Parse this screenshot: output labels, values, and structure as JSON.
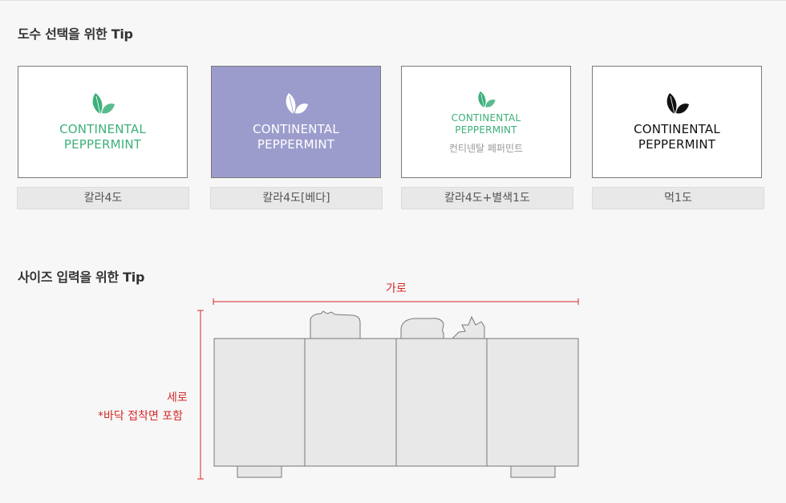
{
  "section1": {
    "title": "도수 선택을 위한 Tip",
    "options": [
      {
        "logo_line1": "CONTINENTAL",
        "logo_line2": "PEPPERMINT",
        "sub": "",
        "label": "칼라4도",
        "leaf_icon": "mint-leaf-icon",
        "bg": "#ffffff",
        "text_color": "#3db07a",
        "leaf_color": "#3db07a"
      },
      {
        "logo_line1": "CONTINENTAL",
        "logo_line2": "PEPPERMINT",
        "sub": "",
        "label": "칼라4도[베다]",
        "leaf_icon": "mint-leaf-icon",
        "bg": "#9c9ccc",
        "text_color": "#ffffff",
        "leaf_color": "#ffffff"
      },
      {
        "logo_line1": "CONTINENTAL",
        "logo_line2": "PEPPERMINT",
        "sub": "컨티넨탈 페퍼민트",
        "label": "칼라4도+별색1도",
        "leaf_icon": "mint-leaf-icon",
        "bg": "#ffffff",
        "text_color": "#3db07a",
        "leaf_color": "#3db07a"
      },
      {
        "logo_line1": "CONTINENTAL",
        "logo_line2": "PEPPERMINT",
        "sub": "",
        "label": "먹1도",
        "leaf_icon": "mint-leaf-icon",
        "bg": "#ffffff",
        "text_color": "#111111",
        "leaf_color": "#111111"
      }
    ]
  },
  "section2": {
    "title": "사이즈 입력을 위한 Tip",
    "width_label": "가로",
    "height_label": "세로",
    "height_note": "*바닥 접착면 포함",
    "accent_color": "#d42a2a"
  }
}
